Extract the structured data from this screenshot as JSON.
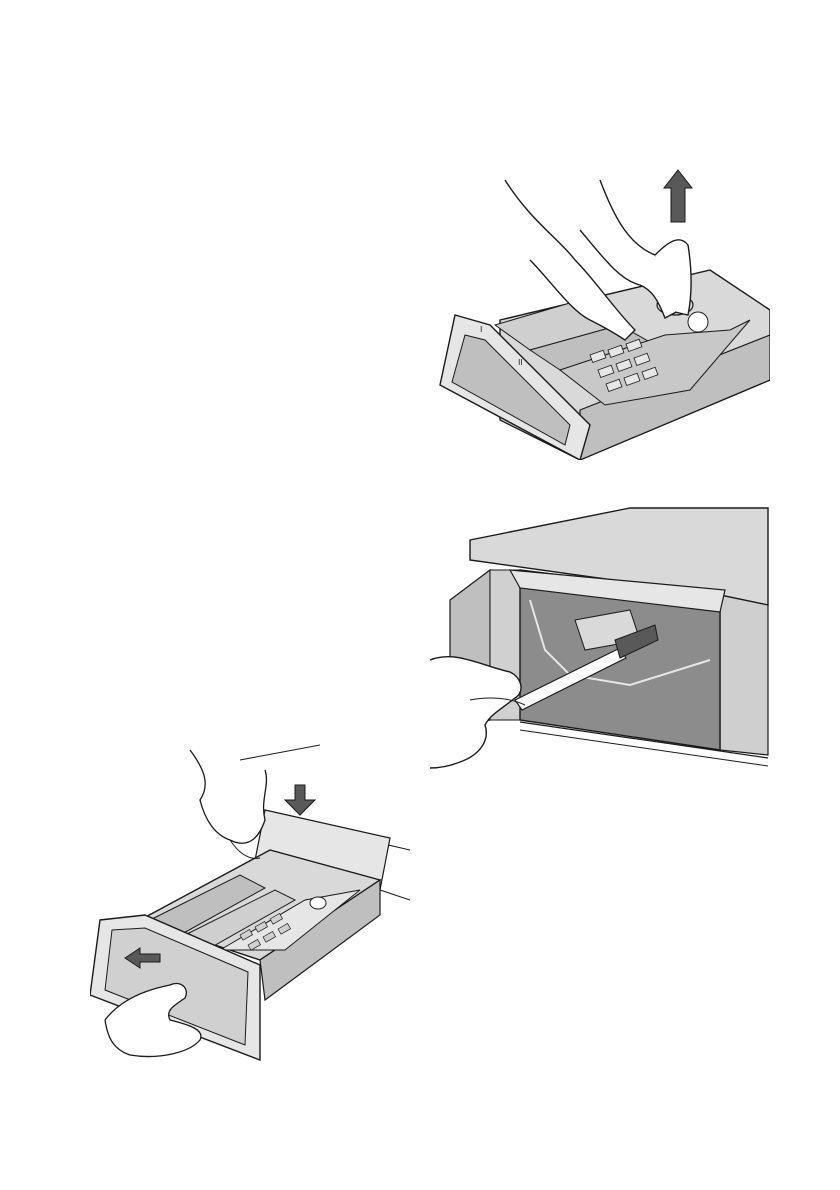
{
  "page": {
    "illustrations": [
      {
        "id": "lift-siphon",
        "drawn_label_marks": [
          "I",
          "II"
        ]
      },
      {
        "id": "brush-recess"
      },
      {
        "id": "reinsert-drawer"
      }
    ]
  },
  "colors": {
    "line": "#1a1a1a",
    "light_grey": "#d9d9d9",
    "mid_grey": "#bfbfbf",
    "dark_grey": "#8c8c8c",
    "arrow": "#595959"
  }
}
